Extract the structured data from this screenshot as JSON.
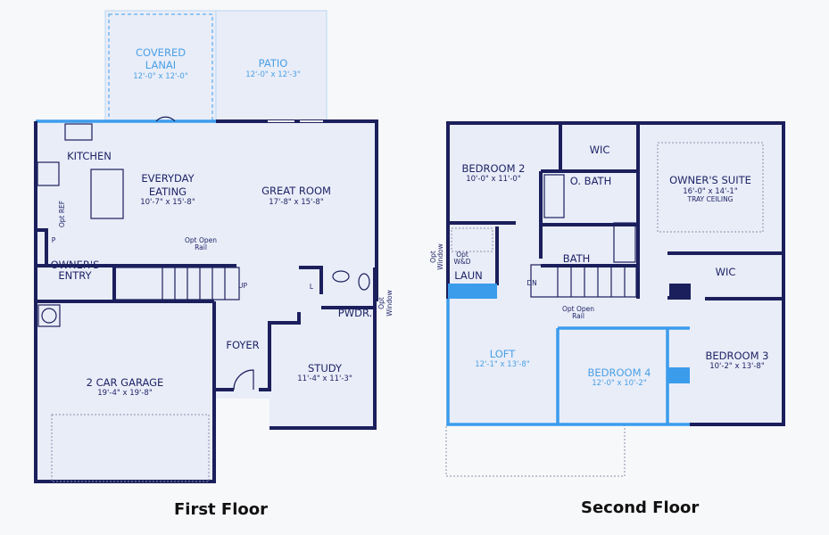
{
  "colors": {
    "floor": "#e9edf8",
    "wall": "#1b1f5c",
    "accent": "#3b9cec",
    "background": "#f7f8fa"
  },
  "first_floor": {
    "caption": "First Floor",
    "rooms": {
      "lanai": {
        "name": "COVERED",
        "name2": "LANAI",
        "dim": "12'-0\" x 12'-0\""
      },
      "patio": {
        "name": "PATIO",
        "dim": "12'-0\" x 12'-3\""
      },
      "kitchen": {
        "name": "KITCHEN"
      },
      "eating": {
        "name": "EVERYDAY",
        "name2": "EATING",
        "dim": "10'-7\" x 15'-8\""
      },
      "great_room": {
        "name": "GREAT ROOM",
        "dim": "17'-8\" x 15'-8\""
      },
      "owners_entry": {
        "name": "OWNER'S",
        "name2": "ENTRY"
      },
      "garage": {
        "name": "2 CAR GARAGE",
        "dim": "19'-4\" x 19'-8\""
      },
      "foyer": {
        "name": "FOYER"
      },
      "study": {
        "name": "STUDY",
        "dim": "11'-4\" x 11'-3\""
      },
      "powder": {
        "name": "PWDR."
      }
    },
    "notes": {
      "opt_ref": "Opt REF",
      "pantry": "P",
      "linen": "L",
      "opt_open_rail": "Opt Open",
      "rail": "Rail",
      "up": "UP",
      "opt_window": "Opt",
      "window": "Window"
    }
  },
  "second_floor": {
    "caption": "Second Floor",
    "rooms": {
      "bedroom2": {
        "name": "BEDROOM 2",
        "dim": "10'-0\" x 11'-0\""
      },
      "wic1": {
        "name": "WIC"
      },
      "obath": {
        "name": "O. BATH"
      },
      "owners_suite": {
        "name": "OWNER'S SUITE",
        "dim": "16'-0\" x 14'-1\"",
        "note": "TRAY CEILING"
      },
      "bath": {
        "name": "BATH"
      },
      "wic2": {
        "name": "WIC"
      },
      "laundry": {
        "name": "LAUN",
        "note": "Opt",
        "note2": "W&D"
      },
      "loft": {
        "name": "LOFT",
        "dim": "12'-1\" x 13'-8\""
      },
      "bedroom4": {
        "name": "BEDROOM 4",
        "dim": "12'-0\" x 10'-2\""
      },
      "bedroom3": {
        "name": "BEDROOM 3",
        "dim": "10'-2\" x 13'-8\""
      }
    },
    "notes": {
      "dn": "DN",
      "opt_open_rail": "Opt Open",
      "rail": "Rail",
      "opt_window": "Opt",
      "window": "Window"
    }
  }
}
